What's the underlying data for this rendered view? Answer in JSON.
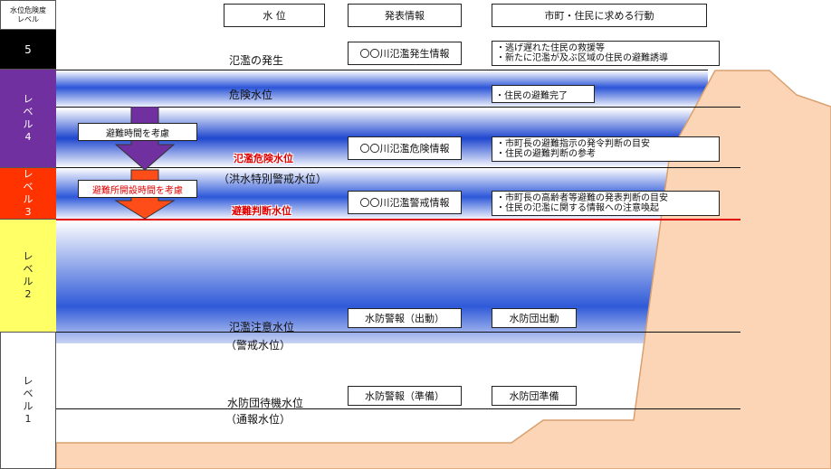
{
  "levels": {
    "header": [
      "水位危険度",
      "レベル"
    ],
    "level5": "5",
    "level4": [
      "レ",
      "ベ",
      "ル",
      "4"
    ],
    "level3": [
      "レ",
      "ベ",
      "ル",
      "3"
    ],
    "level2": [
      "レ",
      "ベ",
      "ル",
      "2"
    ],
    "level1": [
      "レ",
      "ベ",
      "ル",
      "1"
    ]
  },
  "headers": {
    "water_level": "水 位",
    "announcement": "発表情報",
    "actions": "市町・住民に求める行動"
  },
  "water_levels": {
    "flood_occurrence": "氾濫の発生",
    "danger": "危険水位",
    "flood_danger": "氾濫危険水位",
    "special_warning": "（洪水特別警戒水位）",
    "evacuation_judgment": "避難判断水位",
    "flood_caution": "氾濫注意水位",
    "caution_sub": "（警戒水位）",
    "standby": "水防団待機水位",
    "standby_sub": "（通報水位）"
  },
  "announcements": {
    "flood_occurrence": "〇〇川氾濫発生情報",
    "flood_danger": "〇〇川氾濫危険情報",
    "flood_warning": "〇〇川氾濫警戒情報",
    "flood_defense_dispatch": "水防警報（出動）",
    "flood_defense_prepare": "水防警報（準備）"
  },
  "actions": {
    "level5": [
      "・逃げ遅れた住民の救援等",
      "・新たに氾濫が及ぶ区域の住民の避難誘導"
    ],
    "evacuation_complete": "・住民の避難完了",
    "level4": [
      "・市町長の避難指示の発令判断の目安",
      "・住民の避難判断の参考"
    ],
    "level3": [
      "・市町長の高齢者等避難の発表判断の目安",
      "・住民の氾濫に関する情報への注意喚起"
    ],
    "dispatch": "水防団出動",
    "prepare": "水防団準備"
  },
  "arrows": {
    "evacuation_time": "避難時間を考慮",
    "shelter_time": "避難所開設時間を考慮"
  },
  "colors": {
    "level5": "#000000",
    "level4": "#7030a0",
    "level3": "#ff3300",
    "level2": "#ffff66",
    "level1": "#ffffff",
    "water_blue": "#2b55d8",
    "levee": "#fbd5b5",
    "red_line": "#e00000"
  }
}
